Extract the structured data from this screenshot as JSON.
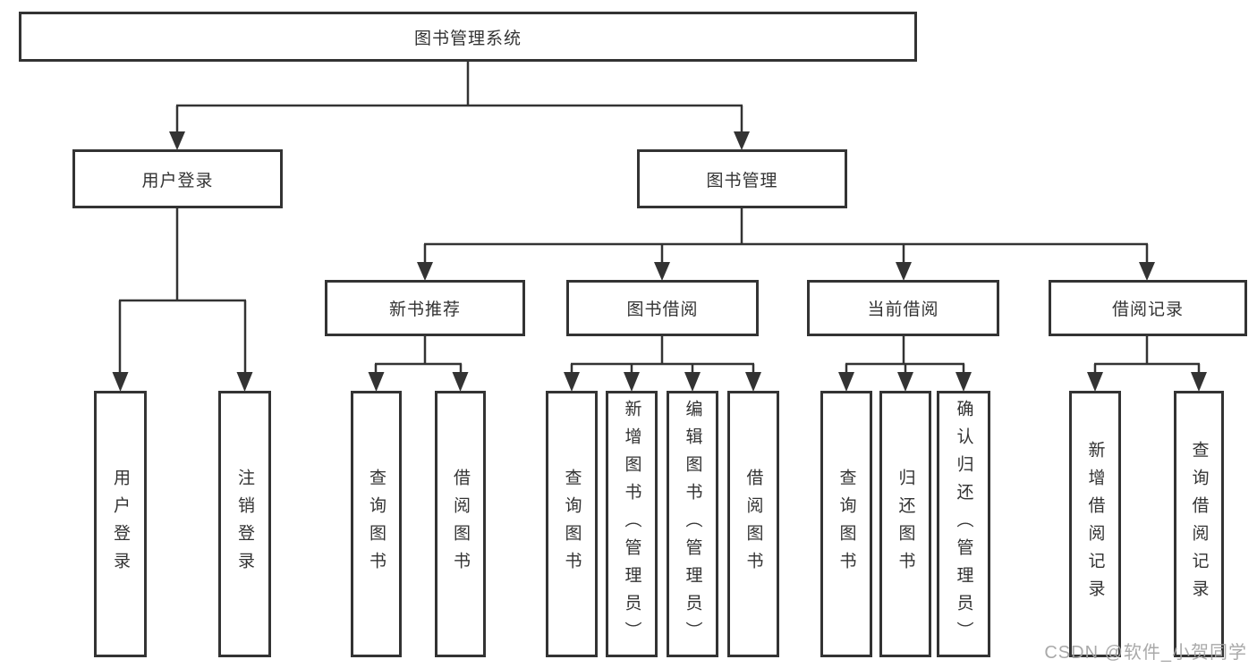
{
  "diagram": {
    "type": "tree",
    "root": {
      "label": "图书管理系统"
    },
    "level2": [
      {
        "label": "用户登录",
        "parent": "图书管理系统"
      },
      {
        "label": "图书管理",
        "parent": "图书管理系统"
      }
    ],
    "level3": [
      {
        "label": "新书推荐",
        "parent": "图书管理"
      },
      {
        "label": "图书借阅",
        "parent": "图书管理"
      },
      {
        "label": "当前借阅",
        "parent": "图书管理"
      },
      {
        "label": "借阅记录",
        "parent": "图书管理"
      }
    ],
    "leaves": [
      {
        "label": "用户登录",
        "parent": "用户登录"
      },
      {
        "label": "注销登录",
        "parent": "用户登录"
      },
      {
        "label": "查询图书",
        "parent": "新书推荐"
      },
      {
        "label": "借阅图书",
        "parent": "新书推荐"
      },
      {
        "label": "查询图书",
        "parent": "图书借阅"
      },
      {
        "label": "新增图书（管理员）",
        "parent": "图书借阅"
      },
      {
        "label": "编辑图书（管理员）",
        "parent": "图书借阅"
      },
      {
        "label": "借阅图书",
        "parent": "图书借阅"
      },
      {
        "label": "查询图书",
        "parent": "当前借阅"
      },
      {
        "label": "归还图书",
        "parent": "当前借阅"
      },
      {
        "label": "确认归还（管理员）",
        "parent": "当前借阅"
      },
      {
        "label": "新增借阅记录",
        "parent": "借阅记录"
      },
      {
        "label": "查询借阅记录",
        "parent": "借阅记录"
      }
    ],
    "colors": {
      "line": "#333333",
      "box_border": "#333333",
      "text": "#333333",
      "background": "#ffffff",
      "watermark": "#a4a4a4"
    }
  },
  "watermark": {
    "text": "CSDN @软件_小贺同学"
  }
}
